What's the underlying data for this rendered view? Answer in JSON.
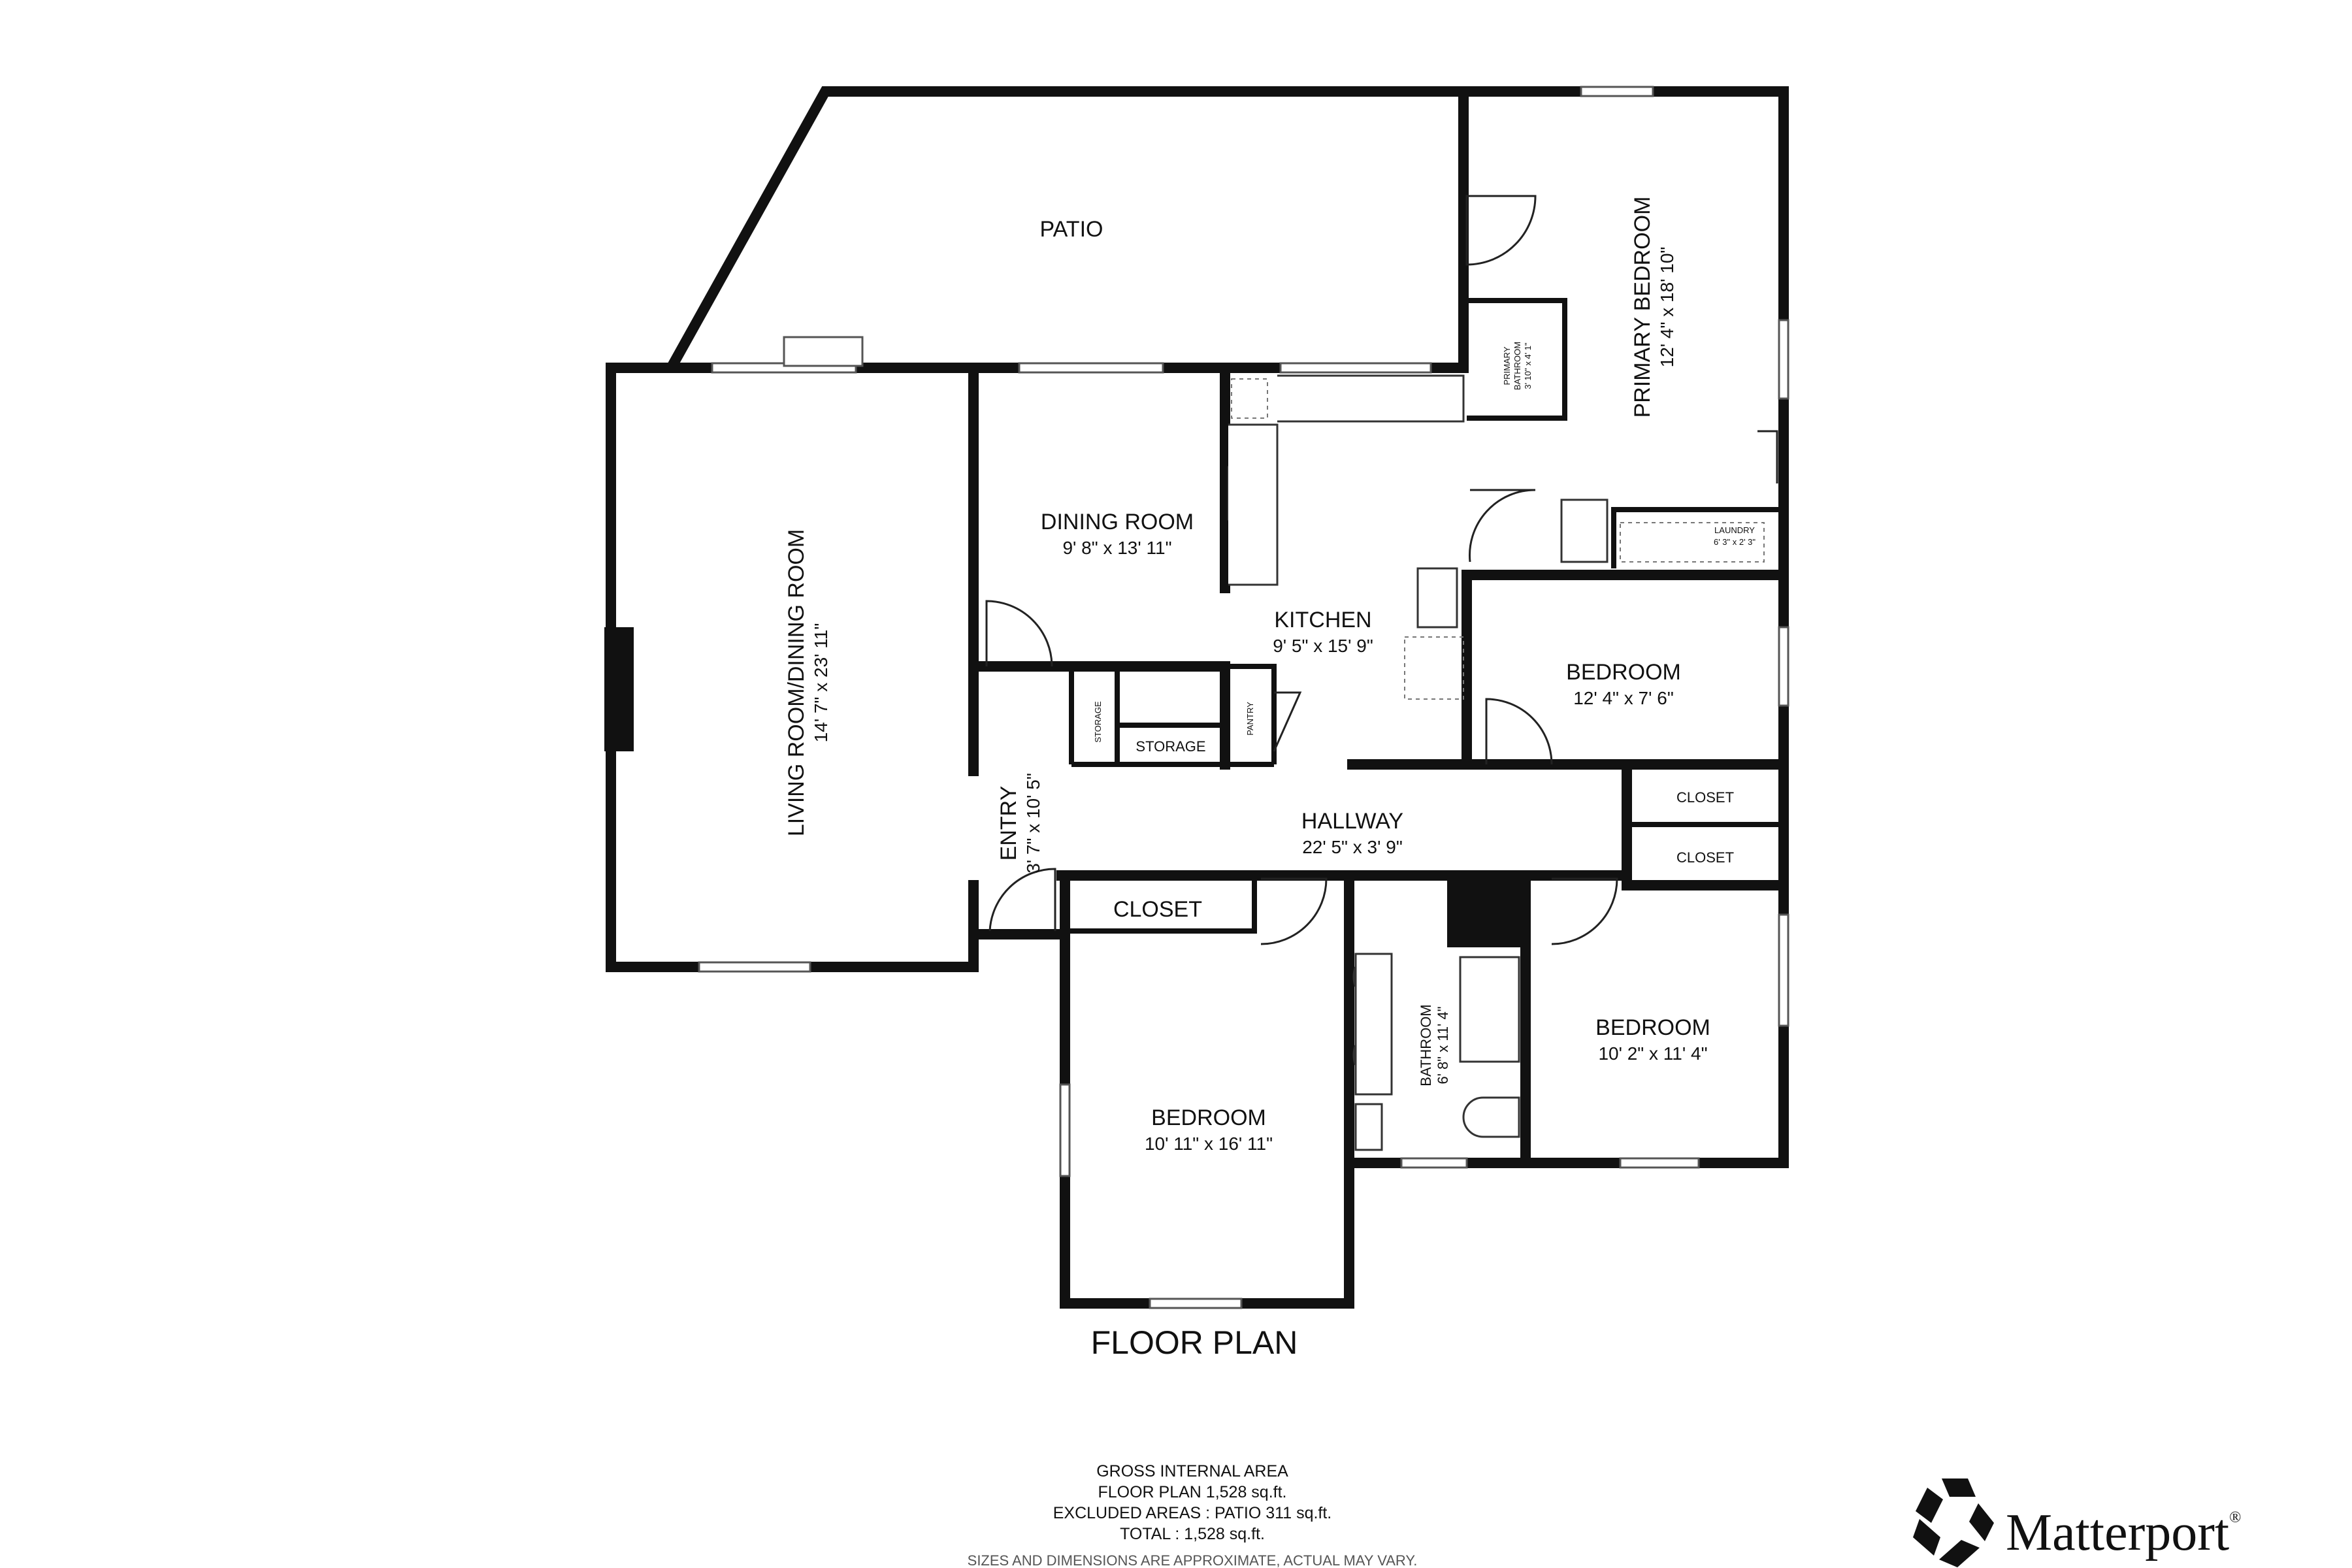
{
  "rooms": {
    "patio": {
      "name": "PATIO"
    },
    "primary_bedroom": {
      "name": "PRIMARY BEDROOM",
      "dims": "12' 4\" x 18' 10\""
    },
    "primary_bathroom": {
      "name_line1": "PRIMARY",
      "name_line2": "BATHROOM",
      "dims": "3' 10\" x 4' 1\""
    },
    "laundry": {
      "name": "LAUNDRY",
      "dims": "6' 3\" x 2' 3\""
    },
    "living_dining": {
      "name": "LIVING ROOM/DINING ROOM",
      "dims": "14' 7\" x 23' 11\""
    },
    "dining_room": {
      "name": "DINING ROOM",
      "dims": "9' 8\" x 13' 11\""
    },
    "kitchen": {
      "name": "KITCHEN",
      "dims": "9' 5\" x 15' 9\""
    },
    "bedroom_mid": {
      "name": "BEDROOM",
      "dims": "12' 4\" x 7' 6\""
    },
    "closet_right_1": {
      "name": "CLOSET"
    },
    "closet_right_2": {
      "name": "CLOSET"
    },
    "storage_small": {
      "name": "STORAGE"
    },
    "storage": {
      "name": "STORAGE"
    },
    "pantry": {
      "name": "PANTRY"
    },
    "entry": {
      "name": "ENTRY",
      "dims": "3' 7\" x 10' 5\""
    },
    "hallway": {
      "name": "HALLWAY",
      "dims": "22' 5\" x 3' 9\""
    },
    "closet_bottom": {
      "name": "CLOSET"
    },
    "bedroom_bottom_left": {
      "name": "BEDROOM",
      "dims": "10' 11\" x 16' 11\""
    },
    "bathroom": {
      "name": "BATHROOM",
      "dims": "6' 8\" x 11' 4\""
    },
    "bedroom_bottom_right": {
      "name": "BEDROOM",
      "dims": "10' 2\" x 11' 4\""
    }
  },
  "title": "FLOOR PLAN",
  "area": {
    "heading": "GROSS INTERNAL AREA",
    "floor_plan": "FLOOR PLAN 1,528 sq.ft.",
    "excluded": "EXCLUDED AREAS :  PATIO 311 sq.ft.",
    "total": "TOTAL :  1,528 sq.ft.",
    "note": "SIZES AND DIMENSIONS ARE APPROXIMATE, ACTUAL MAY VARY."
  },
  "brand": {
    "name": "Matterport",
    "registered": "®",
    "logo_icon": "matterport-logo-icon"
  }
}
